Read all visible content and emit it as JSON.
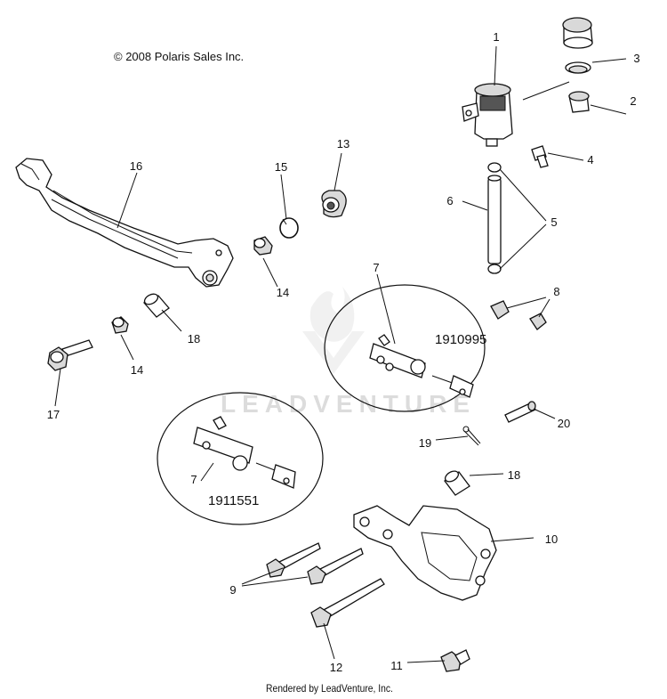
{
  "copyright": "© 2008 Polaris Sales Inc.",
  "footer": "Rendered by LeadVenture, Inc.",
  "watermark": "LEADVENTURE",
  "assemblies": [
    {
      "part_number": "1910995",
      "callout": "7"
    },
    {
      "part_number": "1911551",
      "callout": "7"
    }
  ],
  "callouts": {
    "c1": "1",
    "c2": "2",
    "c3": "3",
    "c4": "4",
    "c5": "5",
    "c6": "6",
    "c7a": "7",
    "c7b": "7",
    "c8": "8",
    "c9": "9",
    "c10": "10",
    "c11": "11",
    "c12": "12",
    "c13": "13",
    "c14a": "14",
    "c14b": "14",
    "c15": "15",
    "c16": "16",
    "c17": "17",
    "c18a": "18",
    "c18b": "18",
    "c19": "19",
    "c20": "20"
  }
}
